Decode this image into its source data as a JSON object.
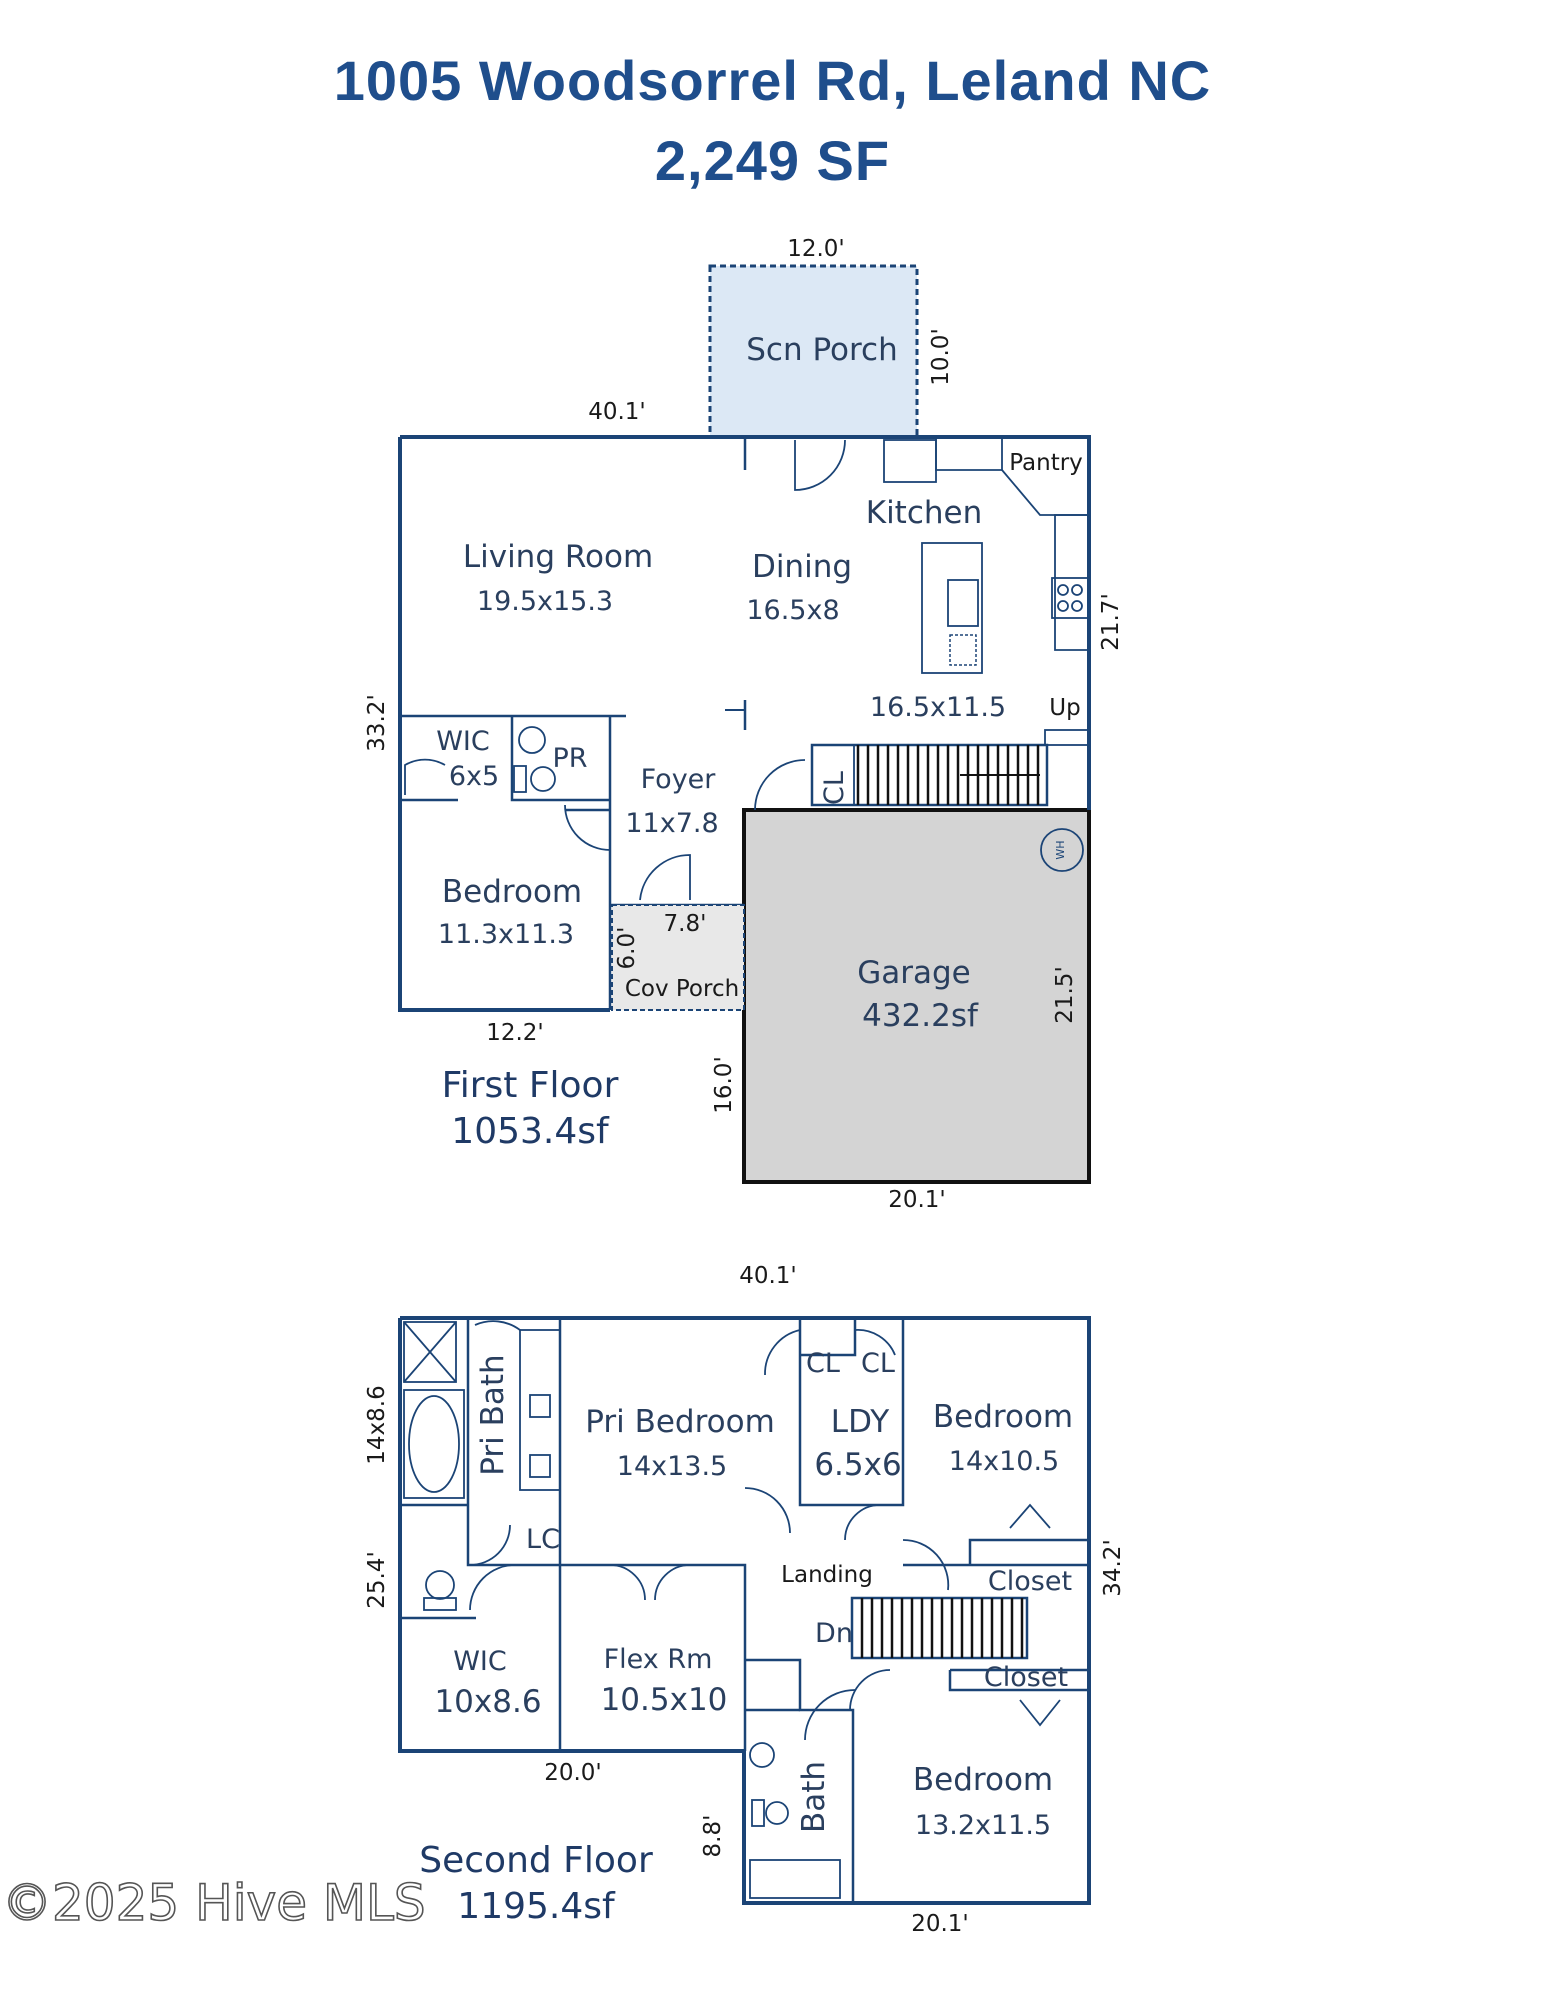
{
  "header": {
    "address": "1005 Woodsorrel  Rd, Leland NC",
    "total_sf": "2,249 SF"
  },
  "first_floor": {
    "label": "First Floor",
    "area": "1053.4sf",
    "rooms": {
      "scn_porch": "Scn Porch",
      "living": "Living Room",
      "living_size": "19.5x15.3",
      "dining": "Dining",
      "dining_size": "16.5x8",
      "kitchen": "Kitchen",
      "kitchen_size": "16.5x11.5",
      "pantry": "Pantry",
      "up": "Up",
      "wic": "WIC",
      "wic_size": "6x5",
      "pr": "PR",
      "foyer": "Foyer",
      "foyer_size": "11x7.8",
      "cl": "CL",
      "bedroom": "Bedroom",
      "bedroom_size": "11.3x11.3",
      "cov_porch": "Cov Porch",
      "garage": "Garage",
      "garage_size": "432.2sf",
      "wh": "WH"
    },
    "dims": {
      "porch_w": "12.0'",
      "porch_h": "10.0'",
      "top": "40.1'",
      "left": "33.2'",
      "right": "21.7'",
      "bed_w": "12.2'",
      "cov_w": "7.8'",
      "cov_h": "6.0'",
      "garage_left": "16.0'",
      "garage_right": "21.5'",
      "garage_w": "20.1'"
    }
  },
  "second_floor": {
    "label": "Second Floor",
    "area": "1195.4sf",
    "rooms": {
      "pri_bath": "Pri Bath",
      "pri_bath_size": "14x8.6",
      "pri_bed": "Pri Bedroom",
      "pri_bed_size": "14x13.5",
      "cl1": "CL",
      "cl2": "CL",
      "ldy": "LDY",
      "ldy_size": "6.5x6",
      "bed2": "Bedroom",
      "bed2_size": "14x10.5",
      "lc": "LC",
      "landing": "Landing",
      "closet1": "Closet",
      "dn": "Dn",
      "closet2": "Closet",
      "wic": "WIC",
      "wic_size": "10x8.6",
      "flex": "Flex Rm",
      "flex_size": "10.5x10",
      "bath": "Bath",
      "bed3": "Bedroom",
      "bed3_size": "13.2x11.5"
    },
    "dims": {
      "top": "40.1'",
      "left": "25.4'",
      "right": "34.2'",
      "bottom_left": "20.0'",
      "bath_h": "8.8'",
      "bottom_right": "20.1'"
    }
  },
  "watermark": "©2025 Hive MLS",
  "colors": {
    "title": "#1f4e8c",
    "walls": "#1b4476",
    "porch_fill": "#dce8f5",
    "garage_fill": "#d4d4d4"
  }
}
